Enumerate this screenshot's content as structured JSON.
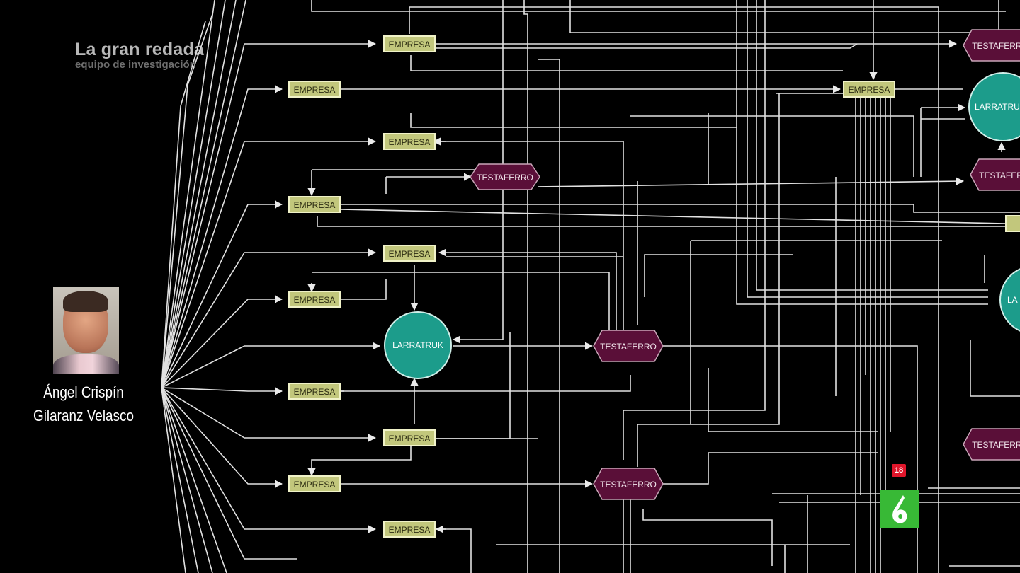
{
  "show": {
    "title": "La gran redada",
    "subtitle": "equipo de investigación"
  },
  "person": {
    "name_line1": "Ángel Crispín",
    "name_line2": "Gilaranz Velasco"
  },
  "channel": {
    "rating": "18",
    "logo": "laSexta-6-logo"
  },
  "diagram": {
    "node_labels": {
      "company": "EMPRESA",
      "front_man": "TESTAFERRO",
      "hub": "LARRATRUK",
      "hub_partial": "LARRATRU",
      "hub_partial2": "LA"
    },
    "colors": {
      "background": "#000000",
      "lines": "#e6e6e6",
      "company_fill": "#c2c77c",
      "company_border": "#f0f2c8",
      "front_man_fill": "#5a0f38",
      "hub_fill": "#1c9c8b",
      "logo_green": "#38b936",
      "rating_red": "#e0162b"
    }
  }
}
